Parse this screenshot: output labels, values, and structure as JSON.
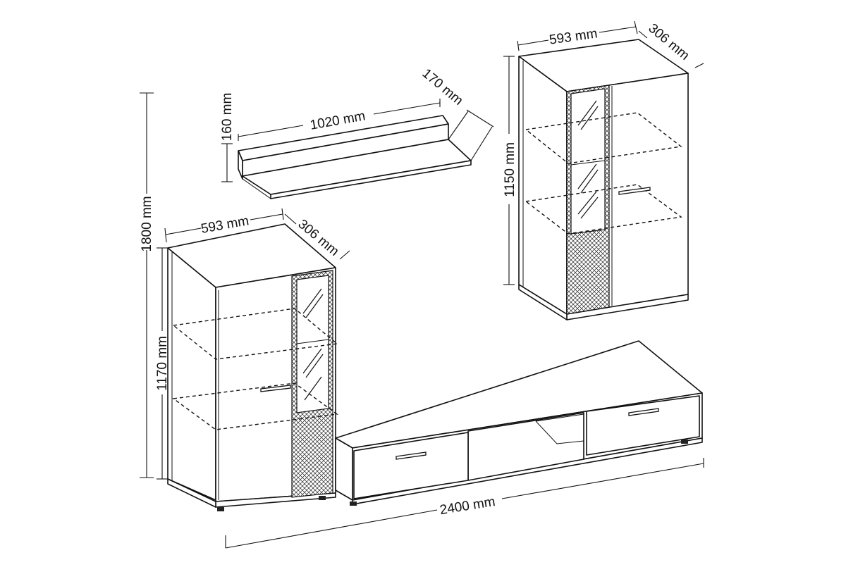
{
  "dimensions": {
    "total_height": "1800 mm",
    "left_cabinet_height": "1170 mm",
    "left_cabinet_width": "593 mm",
    "left_cabinet_depth": "306 mm",
    "shelf_width": "1020 mm",
    "shelf_height": "160 mm",
    "shelf_depth": "170 mm",
    "right_cabinet_width": "593 mm",
    "right_cabinet_depth": "306 mm",
    "right_cabinet_height": "1150 mm",
    "total_width": "2400 mm"
  }
}
